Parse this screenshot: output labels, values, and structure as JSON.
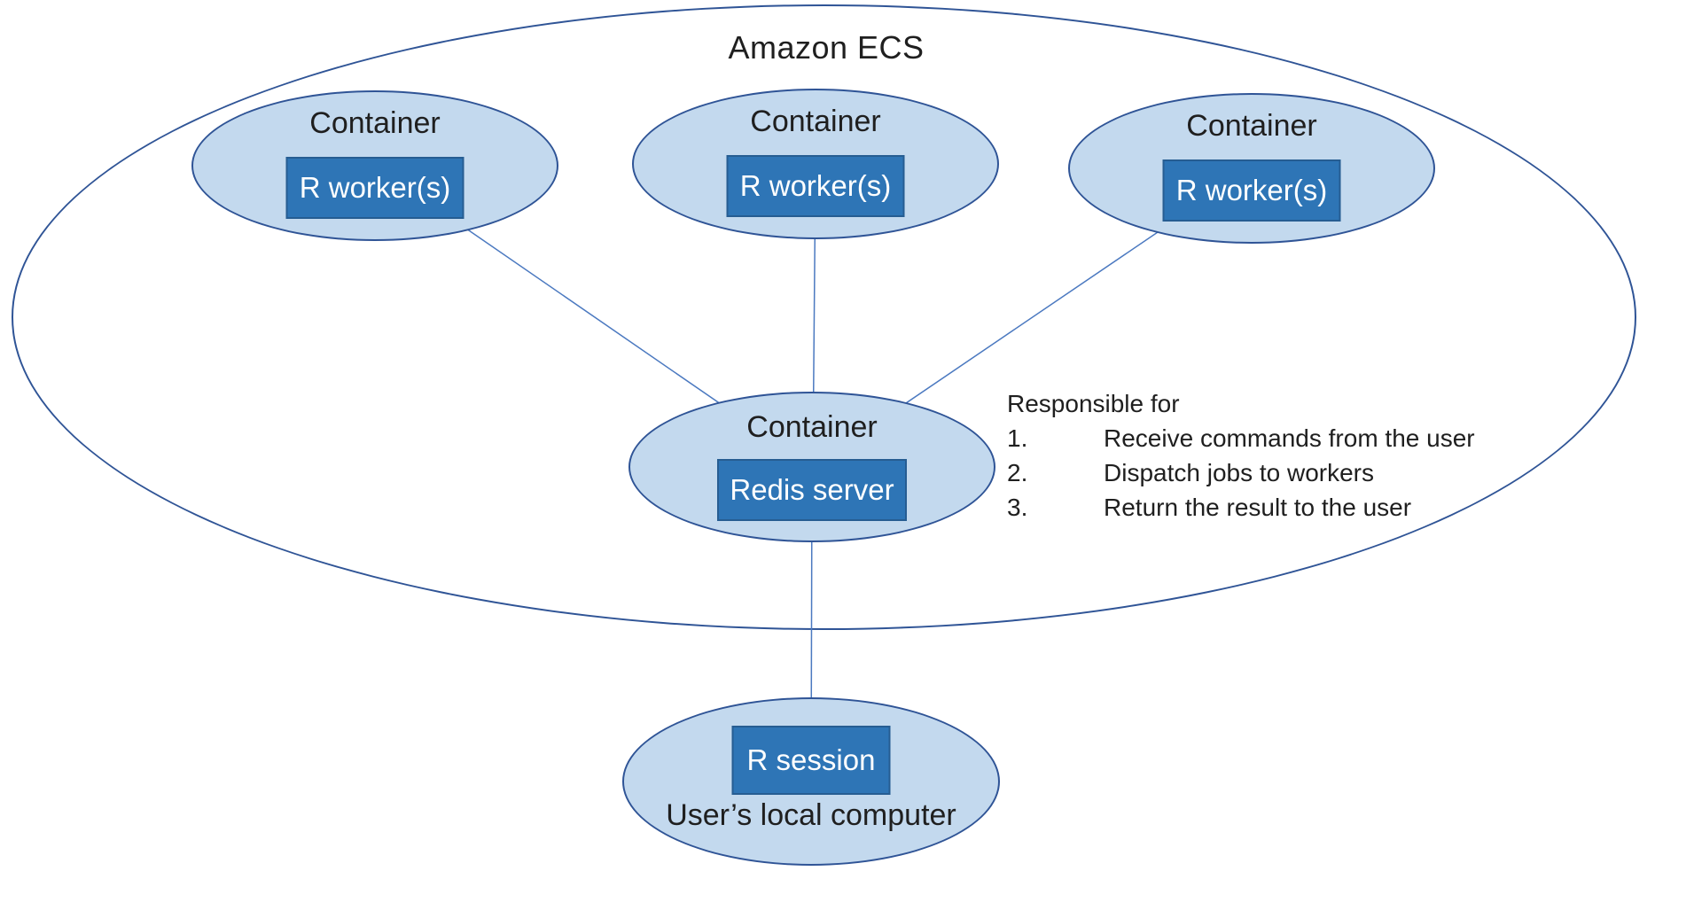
{
  "diagram": {
    "title": "Amazon ECS",
    "nodes": {
      "worker1": {
        "label": "Container",
        "box": "R worker(s)"
      },
      "worker2": {
        "label": "Container",
        "box": "R worker(s)"
      },
      "worker3": {
        "label": "Container",
        "box": "R worker(s)"
      },
      "redis": {
        "label": "Container",
        "box": "Redis server"
      },
      "local": {
        "label": "User’s local computer",
        "box": "R session"
      }
    },
    "annotation": {
      "heading": "Responsible for",
      "items": [
        {
          "num": "1.",
          "text": "Receive commands from the user"
        },
        {
          "num": "2.",
          "text": "Dispatch jobs to workers"
        },
        {
          "num": "3.",
          "text": "Return the result to the user"
        }
      ]
    },
    "edges": [
      "worker1-redis",
      "worker2-redis",
      "worker3-redis",
      "redis-local"
    ],
    "colors": {
      "ellipse_fill": "#c3d9ee",
      "ellipse_border": "#2f5496",
      "outer_ellipse_border": "#2f5496",
      "box_fill": "#2e75b6",
      "box_border": "#265d92",
      "box_text": "#ffffff",
      "connector_line": "#4b79c0",
      "text": "#1f1f1f"
    }
  }
}
